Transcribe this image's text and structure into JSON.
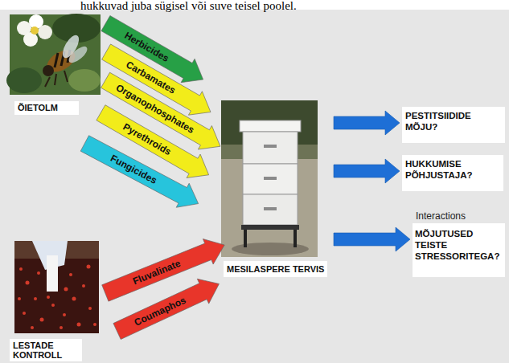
{
  "diagram": {
    "nodes": [
      {
        "text": [
          "ÕIETOLM"
        ]
      },
      {
        "text": [
          "Herbicides"
        ]
      },
      {
        "text": [
          "Carbamates"
        ]
      },
      {
        "text": [
          "Organophosphates"
        ]
      },
      {
        "text": [
          "Pyrethroids"
        ]
      },
      {
        "text": [
          "Fungicides"
        ]
      },
      {
        "text": [
          "MESILASPERE TERVIS"
        ]
      },
      {
        "text": [
          "PESTITSIIDIDE MÕJU?"
        ]
      },
      {
        "text": [
          "HUKKUMISE PÕHJUSTAJA?"
        ]
      },
      {
        "text": [
          "MÕJUTUSED TEISTE STRESSORITEGA?"
        ]
      },
      {
        "text": [
          "LESTADE KONTROLL"
        ]
      },
      {
        "text": [
          "Fluvalinate"
        ]
      },
      {
        "text": [
          "Coumaphos"
        ]
      }
    ],
    "edges": [
      {
        "from": 6,
        "to": 7,
        "arrow": "to"
      },
      {
        "from": 6,
        "to": 8,
        "arrow": "to"
      },
      {
        "from": 6,
        "to": 9,
        "arrow": "to"
      }
    ],
    "labels": [
      "hukkuvad juba sügisel või suve teisel poolel.",
      "Interactions"
    ]
  }
}
